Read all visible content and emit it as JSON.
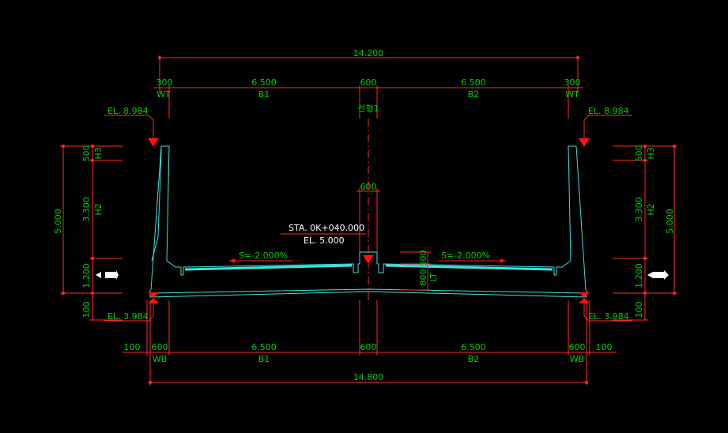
{
  "dims": {
    "top_total": "14.200",
    "top_wt_left": "300",
    "top_b1": "6.500",
    "top_median": "600",
    "top_b2": "6.500",
    "top_wt_right": "300",
    "bottom_total": "14.800",
    "bottom_ext_left": "100",
    "bottom_wb_left": "600",
    "bottom_b1": "6.500",
    "bottom_median": "600",
    "bottom_b2": "6.500",
    "bottom_wb_right": "600",
    "bottom_ext_right": "100",
    "barrier_width": "600",
    "lt_500": "500",
    "lt_800": "800"
  },
  "labels": {
    "wt_left": "WT",
    "b1_top": "B1",
    "b2_top": "B2",
    "wt_right": "WT",
    "wb_left": "WB",
    "b1_bottom": "B1",
    "b2_bottom": "B2",
    "wb_right": "WB",
    "alignment": "선형1",
    "lt": "LT",
    "h3": "H3",
    "h2": "H2"
  },
  "elevations": {
    "top_left": "EL. 8.984",
    "top_right": "EL. 8.984",
    "bottom_left": "EL. 3.984",
    "bottom_right": "EL. 3.984",
    "center": "EL. 5.000",
    "station": "STA. 0K+040.000"
  },
  "slopes": {
    "left": "S=-2.000%",
    "right": "S=-2.000%"
  },
  "vertical_dims": {
    "total": "5.000",
    "h3": "500",
    "h2": "3.300",
    "h1": "1.200",
    "bottom": "100"
  },
  "colors": {
    "dimension": "#ff2a2a",
    "text": "#00d200",
    "structure": "#40e0e0",
    "background": "#000000"
  }
}
